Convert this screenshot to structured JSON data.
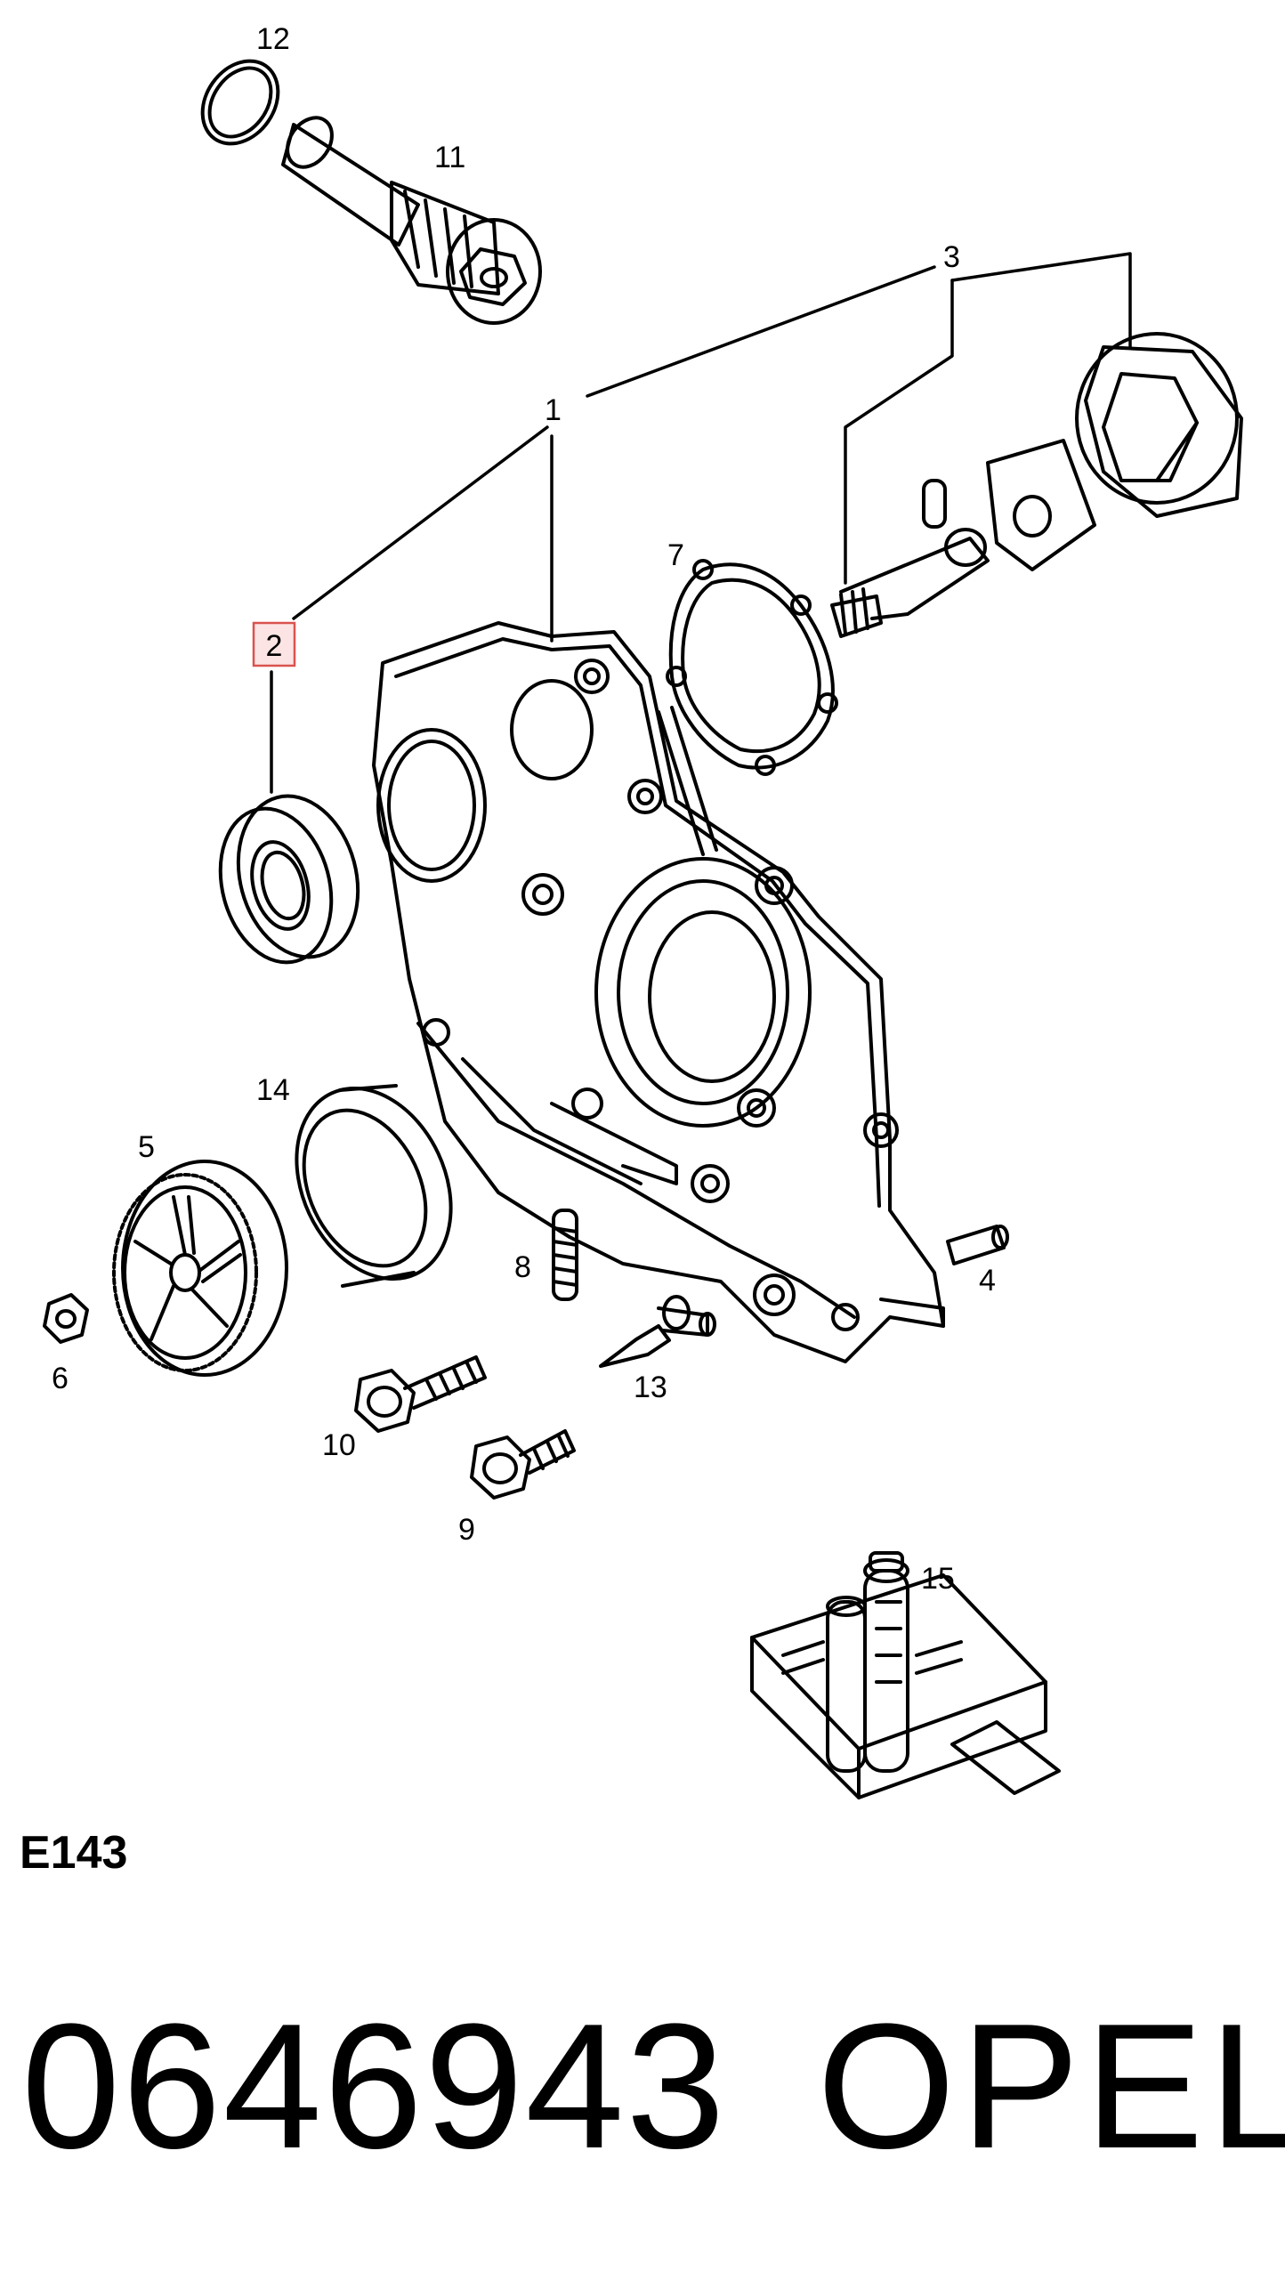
{
  "callouts": {
    "c1": "1",
    "c2": "2",
    "c3": "3",
    "c4": "4",
    "c5": "5",
    "c6": "6",
    "c7": "7",
    "c8": "8",
    "c9": "9",
    "c10": "10",
    "c11": "11",
    "c12": "12",
    "c13": "13",
    "c14": "14",
    "c15": "15"
  },
  "highlighted_callout": "2",
  "highlight_color": "#d9534f",
  "diagram_code": "E143",
  "part_number": "0646943",
  "brand": "OPEL"
}
